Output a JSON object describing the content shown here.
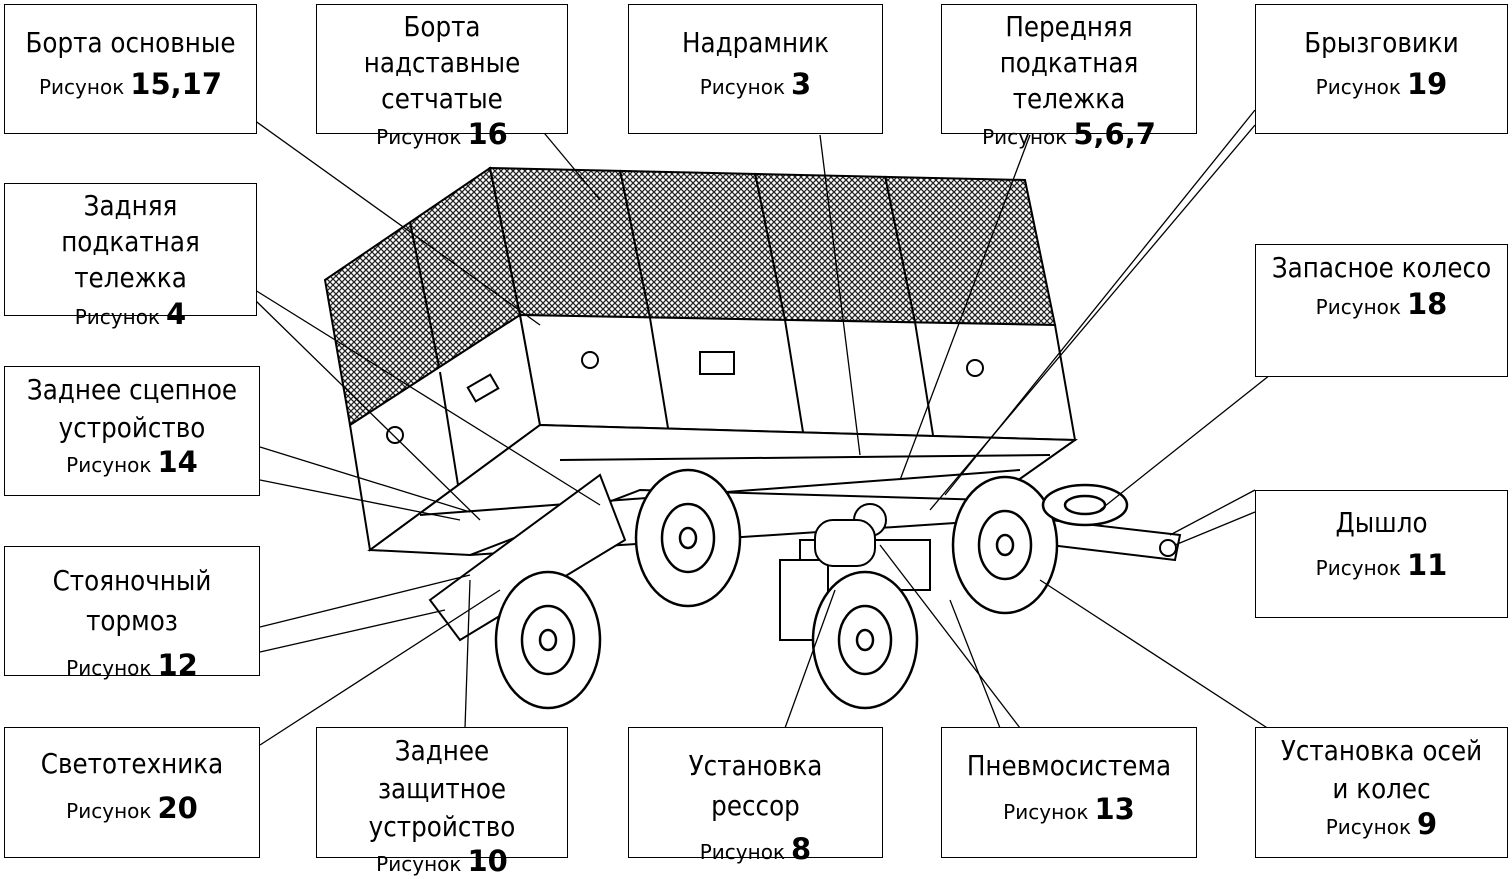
{
  "fig_word": "Рисунок",
  "callouts": [
    {
      "title": "Борта основные",
      "num": "15,17"
    },
    {
      "title": "Борта надставные сетчатые",
      "num": "16"
    },
    {
      "title": "Надрамник",
      "num": "3"
    },
    {
      "title": "Передняя подкатная тележка",
      "num": "5,6,7"
    },
    {
      "title": "Брызговики",
      "num": "19"
    },
    {
      "title": "Задняя подкатная тележка",
      "num": "4"
    },
    {
      "title": "Запасное колесо",
      "num": "18"
    },
    {
      "title": "Заднее сцепное устройство",
      "num": "14"
    },
    {
      "title": "Дышло",
      "num": "11"
    },
    {
      "title": "Стояночный тормоз",
      "num": "12"
    },
    {
      "title": "Светотехника",
      "num": "20"
    },
    {
      "title": "Заднее защитное устройство",
      "num": "10"
    },
    {
      "title": "Установка рессор",
      "num": "8"
    },
    {
      "title": "Пневмосистема",
      "num": "13"
    },
    {
      "title": "Установка осей и колес",
      "num": "9"
    }
  ],
  "colors": {
    "line": "#000000",
    "mesh": "#3a3a3a",
    "background": "#ffffff"
  }
}
